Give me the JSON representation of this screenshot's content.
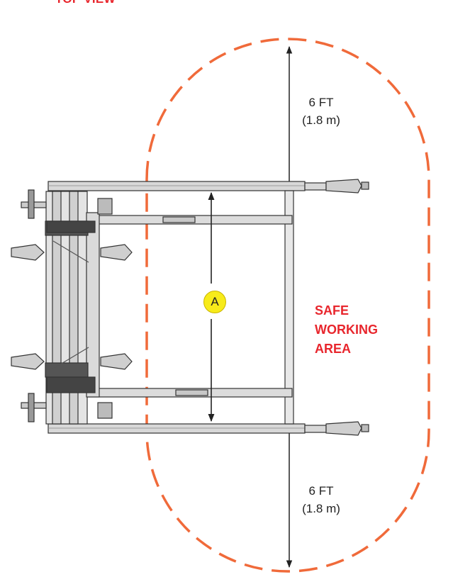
{
  "view_title": "TOP VIEW",
  "dimension_top": {
    "imperial": "6 FT",
    "metric": "(1.8 m)"
  },
  "dimension_bottom": {
    "imperial": "6 FT",
    "metric": "(1.8 m)"
  },
  "safe_area_label": {
    "line1": "SAFE",
    "line2": "WORKING",
    "line3": "AREA"
  },
  "width_marker": "A",
  "colors": {
    "boundary": "#f06a3a",
    "label": "#e8262d",
    "marker": "#f7eb1a",
    "lines": "#222222"
  }
}
